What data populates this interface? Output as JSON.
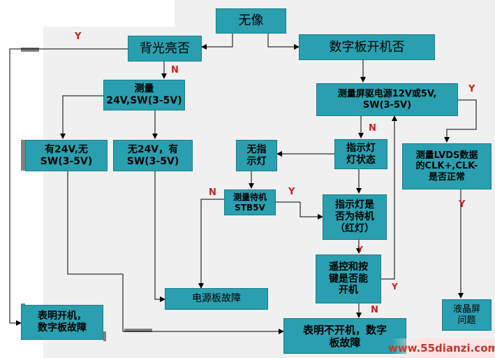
{
  "colors": {
    "box_fill": "#2a9faf",
    "line": "#000000",
    "label_red": "#c81e1e"
  },
  "boxes": {
    "no_image": "无像",
    "backlight": "背光亮否",
    "digital_board": "数字板开机否",
    "measure_24v": "测量\n24V,SW(3-5V)",
    "has24v": "有24V,无\nSW(3-5V)",
    "no24v": "无24V，有\nSW(3-5V)",
    "measure_panel_power": "测量屏驱电源12V或5V,\nSW(3-5V)",
    "no_indicator": "无指\n示灯",
    "indicator_state": "指示灯\n灯状态",
    "lvds": "测量LVDS数据\n的CLK+,CLK-\n是否正常",
    "standby": "测量待机\nSTB5V",
    "indicator_standby": "指示灯是\n否为待机\n（红灯）",
    "remote_keys": "遥控和按\n键是否能\n开机",
    "power_fault": "电源板故障",
    "boots_digital_fault": "表明开机，\n数字板故障",
    "no_boot_digital_fault": "表明不开机，数字\n板故障",
    "lcd_problem": "液晶屏\n问题"
  },
  "labels": {
    "yes": "Y",
    "no": "N"
  },
  "watermark": "www.55dianzi.com"
}
